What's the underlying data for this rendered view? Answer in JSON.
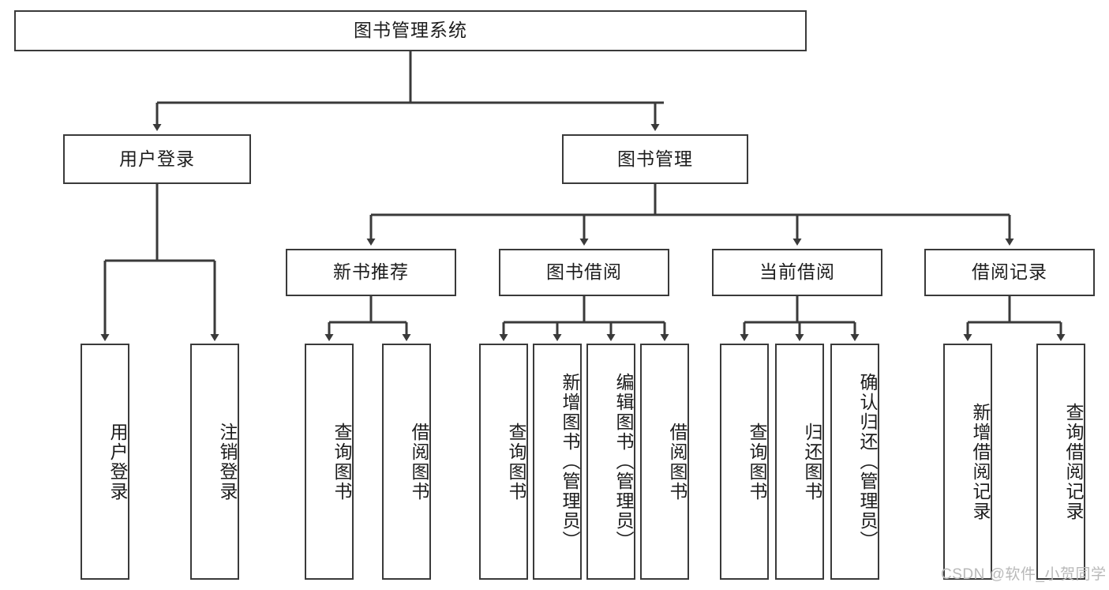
{
  "diagram": {
    "type": "tree-hierarchy",
    "title": "图书管理系统",
    "root": {
      "label": "图书管理系统"
    },
    "level2": [
      {
        "label": "用户登录"
      },
      {
        "label": "图书管理"
      }
    ],
    "level3": [
      {
        "label": "新书推荐"
      },
      {
        "label": "图书借阅"
      },
      {
        "label": "当前借阅"
      },
      {
        "label": "借阅记录"
      }
    ],
    "leaves": {
      "user_login": [
        {
          "label": "用户登录"
        },
        {
          "label": "注销登录"
        }
      ],
      "new_book_recommend": [
        {
          "label": "查询图书"
        },
        {
          "label": "借阅图书"
        }
      ],
      "book_borrow": [
        {
          "label": "查询图书"
        },
        {
          "label": "新增图书（管理员）"
        },
        {
          "label": "编辑图书（管理员）"
        },
        {
          "label": "借阅图书"
        }
      ],
      "current_borrow": [
        {
          "label": "查询图书"
        },
        {
          "label": "归还图书"
        },
        {
          "label": "确认归还（管理员）"
        }
      ],
      "borrow_record": [
        {
          "label": "新增借阅记录"
        },
        {
          "label": "查询借阅记录"
        }
      ]
    }
  },
  "watermark": {
    "text": "CSDN @软件_小贺同学"
  },
  "colors": {
    "border": "#3a3a3a",
    "text": "#1d1d1d",
    "background": "#ffffff",
    "watermark": "#b9b9b9"
  }
}
